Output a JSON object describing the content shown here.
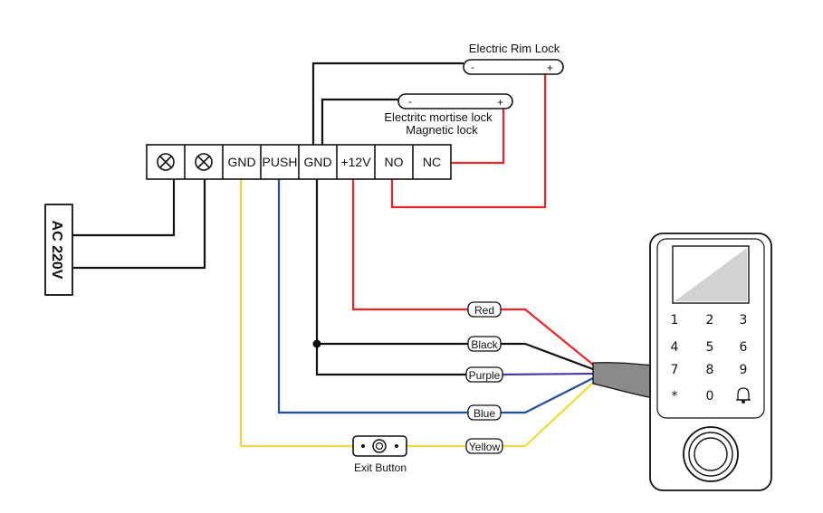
{
  "terminal_block": {
    "terminals": [
      {
        "label": "",
        "icon": "screw-terminal-icon"
      },
      {
        "label": "",
        "icon": "screw-terminal-icon"
      },
      {
        "label": "GND"
      },
      {
        "label": "PUSH"
      },
      {
        "label": "GND"
      },
      {
        "label": "+12V"
      },
      {
        "label": "NO"
      },
      {
        "label": "NC"
      }
    ]
  },
  "power": {
    "label": "AC 220V"
  },
  "locks": {
    "rim": {
      "label": "Electric Rim Lock",
      "minus": "-",
      "plus": "+"
    },
    "mortise": {
      "label_line1": "Electritc mortise lock",
      "label_line2": "Magnetic lock",
      "minus": "-",
      "plus": "+"
    }
  },
  "wires": [
    {
      "label": "Red",
      "color": "#e8262a"
    },
    {
      "label": "Black",
      "color": "#111111"
    },
    {
      "label": "Purple",
      "color": "#4b3a9e"
    },
    {
      "label": "Blue",
      "color": "#1f4e9e"
    },
    {
      "label": "Yellow",
      "color": "#f2d93b"
    }
  ],
  "exit_button": {
    "label": "Exit Button"
  },
  "keypad": {
    "keys": [
      "1",
      "2",
      "3",
      "4",
      "5",
      "6",
      "7",
      "8",
      "9",
      "*",
      "0",
      "bell"
    ]
  }
}
